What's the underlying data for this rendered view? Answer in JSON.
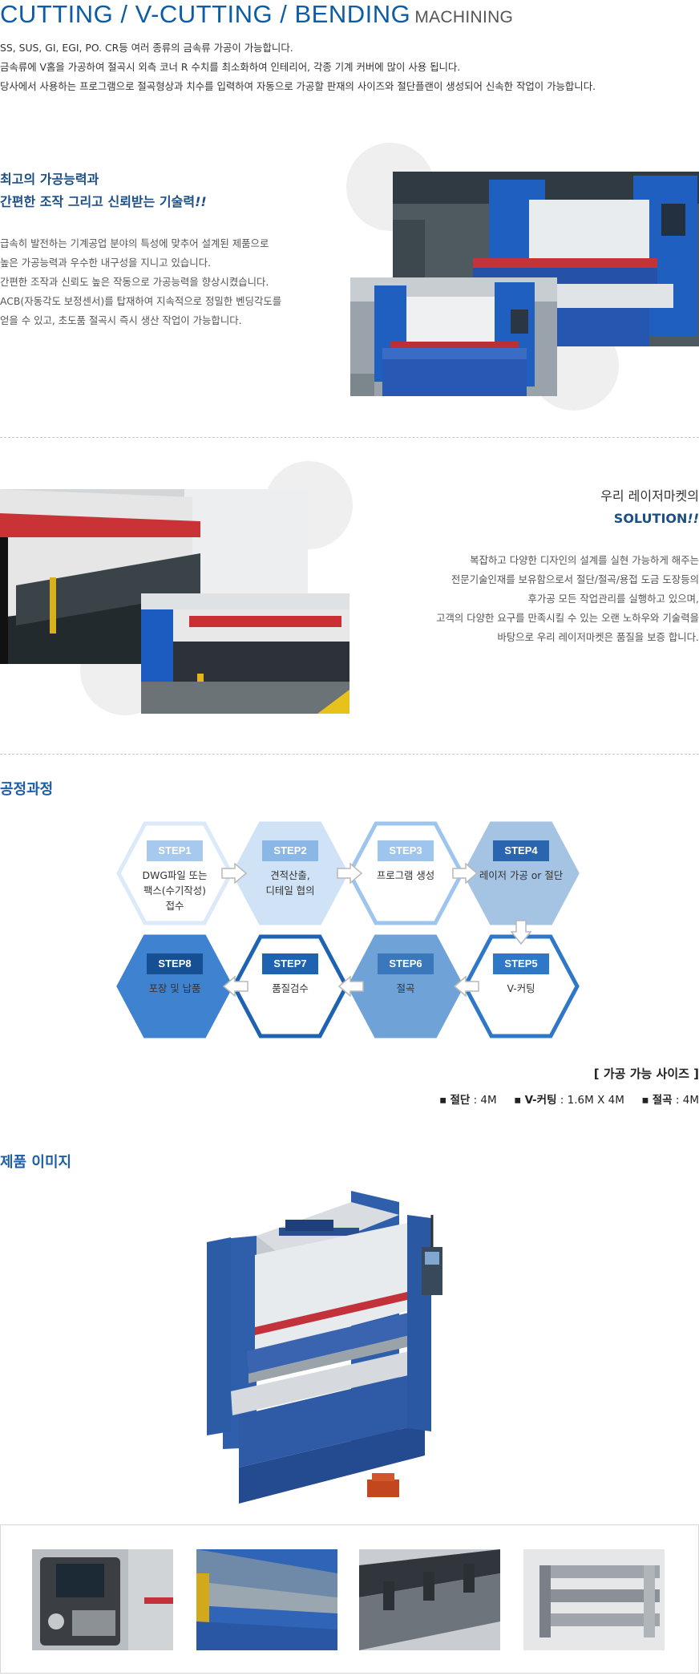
{
  "title": {
    "main": "CUTTING / V-CUTTING / BENDING",
    "sub": "MACHINING"
  },
  "intro": [
    "SS, SUS, GI, EGI, PO. CR등 여러 종류의 금속류 가공이 가능합니다.",
    "금속류에 V홈을 가공하여 절곡시 외측 코너 R 수치를 최소화하여 인테리어, 각종 기계 커버에 많이 사용 됩니다.",
    "당사에서 사용하는 프로그램으로 절곡형상과 치수를 입력하여 자동으로 가공할 판재의 사이즈와 절단플랜이 생성되어 신속한 작업이 가능합니다."
  ],
  "section1": {
    "heading1": "최고의 가공능력과",
    "heading2": "간편한 조작 그리고 신뢰받는 기술력",
    "heading2_em": "!!",
    "body": [
      "급속히 발전하는 기계공업 분야의 특성에 맞추어 설계된 제품으로",
      "높은 가공능력과 우수한 내구성을 지니고 있습니다.",
      "간편한 조작과 신뢰도 높은 작동으로 가공능력을 향상시켰습니다.",
      "ACB(자동각도 보정센서)를 탑재하여 지속적으로 정밀한 벤딩각도를",
      "얻을 수 있고, 초도품 절곡시 즉시 생산 작업이 가능합니다."
    ]
  },
  "section2": {
    "heading1": "우리 레이저마켓의",
    "heading2": "SOLUTION",
    "heading2_em": "!!",
    "body": [
      "복잡하고 다양한 디자인의 설계를 실현 가능하게 해주는",
      "전문기술인재를 보유함으로서 절단/절곡/용접 도금 도장등의",
      "후가공 모든 작업관리를 실행하고 있으며,",
      "고객의 다양한 요구를 만족시킬 수 있는 오랜 노하우와 기술력을",
      "바탕으로 우리 레이저마켓은 품질을 보증 합니다."
    ]
  },
  "process": {
    "title": "공정과정",
    "steps": [
      {
        "label": "STEP1",
        "text": "DWG파일 또는\n팩스(수기작성)\n접수"
      },
      {
        "label": "STEP2",
        "text": "견적산출,\n디테일 협의"
      },
      {
        "label": "STEP3",
        "text": "프로그램 생성"
      },
      {
        "label": "STEP4",
        "text": "레이저 가공 or 절단"
      },
      {
        "label": "STEP5",
        "text": "V-커팅"
      },
      {
        "label": "STEP6",
        "text": "절곡"
      },
      {
        "label": "STEP7",
        "text": "품질검수"
      },
      {
        "label": "STEP8",
        "text": "포장 및 납품"
      }
    ]
  },
  "sizes": {
    "title": "[ 가공 가능 사이즈 ]",
    "items": [
      {
        "name": "절단",
        "value": "4M"
      },
      {
        "name": "V-커팅",
        "value": "1.6M X 4M"
      },
      {
        "name": "절곡",
        "value": "4M"
      }
    ]
  },
  "product": {
    "title": "제품 이미지"
  },
  "colors": {
    "title_blue": "#0d5ca8",
    "heading_blue": "#1c4f86",
    "machine_blue": "#2b62b8",
    "step_dark": "#2f6fb5"
  }
}
